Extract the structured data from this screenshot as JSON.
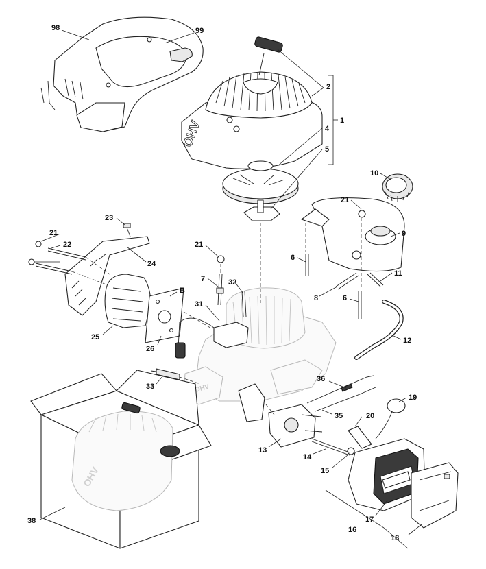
{
  "diagram": {
    "callouts": [
      {
        "id": "98",
        "text": "98"
      },
      {
        "id": "99",
        "text": "99"
      },
      {
        "id": "2",
        "text": "2"
      },
      {
        "id": "1",
        "text": "1"
      },
      {
        "id": "4",
        "text": "4"
      },
      {
        "id": "5",
        "text": "5"
      },
      {
        "id": "10",
        "text": "10"
      },
      {
        "id": "21a",
        "text": "21"
      },
      {
        "id": "9",
        "text": "9"
      },
      {
        "id": "23",
        "text": "23"
      },
      {
        "id": "21b",
        "text": "21"
      },
      {
        "id": "22",
        "text": "22"
      },
      {
        "id": "24",
        "text": "24"
      },
      {
        "id": "21c",
        "text": "21"
      },
      {
        "id": "6a",
        "text": "6"
      },
      {
        "id": "7",
        "text": "7"
      },
      {
        "id": "32",
        "text": "32"
      },
      {
        "id": "11",
        "text": "11"
      },
      {
        "id": "8",
        "text": "8"
      },
      {
        "id": "6b",
        "text": "6"
      },
      {
        "id": "B",
        "text": "B"
      },
      {
        "id": "31",
        "text": "31"
      },
      {
        "id": "25",
        "text": "25"
      },
      {
        "id": "26",
        "text": "26"
      },
      {
        "id": "12",
        "text": "12"
      },
      {
        "id": "33",
        "text": "33"
      },
      {
        "id": "36",
        "text": "36"
      },
      {
        "id": "19",
        "text": "19"
      },
      {
        "id": "35",
        "text": "35"
      },
      {
        "id": "20",
        "text": "20"
      },
      {
        "id": "13",
        "text": "13"
      },
      {
        "id": "14",
        "text": "14"
      },
      {
        "id": "15",
        "text": "15"
      },
      {
        "id": "38",
        "text": "38"
      },
      {
        "id": "17",
        "text": "17"
      },
      {
        "id": "16",
        "text": "16"
      },
      {
        "id": "18",
        "text": "18"
      }
    ],
    "cover_text": "OHV",
    "box_engine_text": "OHV"
  }
}
